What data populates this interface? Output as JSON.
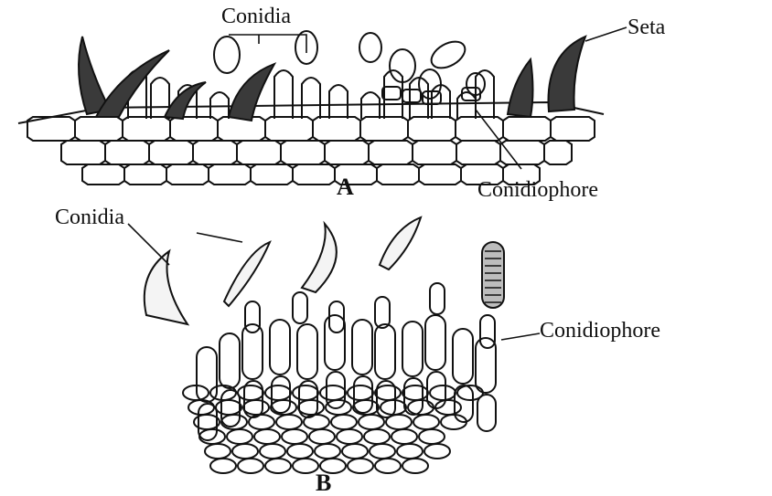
{
  "labels": {
    "a_conidia": "Conidia",
    "a_seta": "Seta",
    "a_conidiophore": "Conidiophore",
    "figure_a": "A",
    "b_conidia": "Conidia",
    "b_conidiophore": "Conidiophore",
    "figure_b": "B"
  },
  "colors": {
    "ink": "#111111",
    "dark_fill": "#3a3a3a",
    "background": "#ffffff"
  }
}
